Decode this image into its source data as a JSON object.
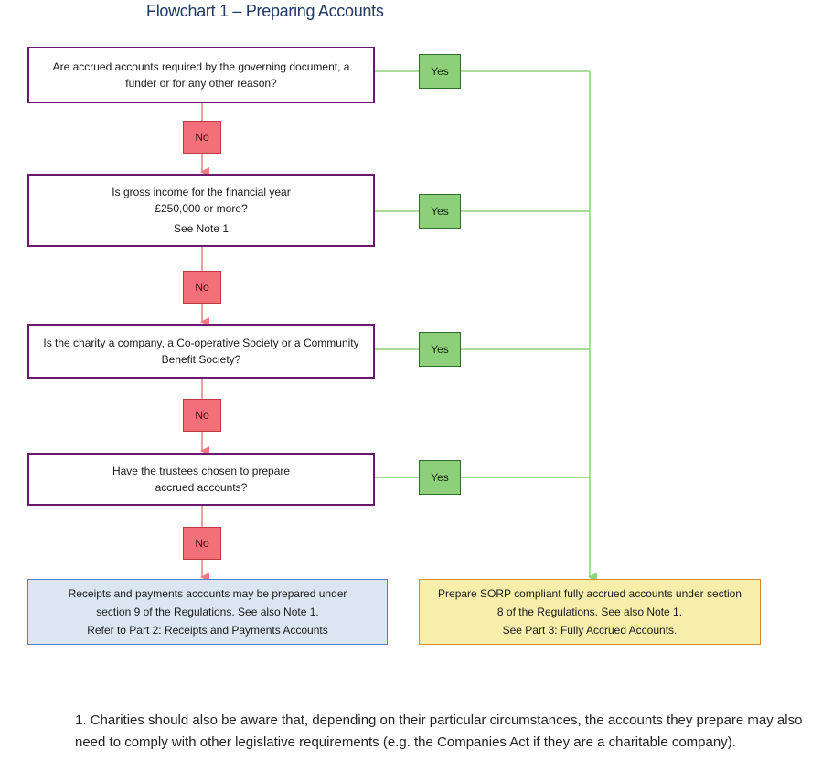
{
  "title": "Flowchart 1 – Preparing Accounts",
  "questions": [
    {
      "lines": [
        "Are accrued accounts required by the governing document, a",
        "funder or for any other reason?"
      ]
    },
    {
      "lines": [
        "Is gross income for the financial year",
        "£250,000 or more?",
        "See Note 1"
      ]
    },
    {
      "lines": [
        "Is the charity a company, a Co-operative Society or a Community",
        "Benefit Society?"
      ]
    },
    {
      "lines": [
        "Have the trustees chosen to prepare",
        "accrued accounts?"
      ]
    }
  ],
  "no_label": "No",
  "yes_label": "Yes",
  "outcomes": {
    "left": {
      "lines": [
        "Receipts and payments accounts may be prepared under",
        "section 9 of the Regulations. See also Note 1.",
        "Refer to Part 2: Receipts and Payments Accounts"
      ]
    },
    "right": {
      "lines": [
        "Prepare SORP compliant fully accrued accounts under section",
        "8 of the Regulations. See also Note 1.",
        "See Part 3: Fully Accrued Accounts."
      ]
    }
  },
  "footnote": "1. Charities should also be aware that, depending on their particular circumstances, the accounts they prepare may also need to comply with other legislative requirements (e.g. the Companies Act if they are a charitable company).",
  "colors": {
    "question_border": "#6a1a6e",
    "no_fill": "#f3707a",
    "yes_fill": "#8ed07a",
    "no_line": "#f07a80",
    "yes_line": "#8fd07c",
    "left_outcome_fill": "#dce6f2",
    "right_outcome_fill": "#f6eeaa"
  }
}
